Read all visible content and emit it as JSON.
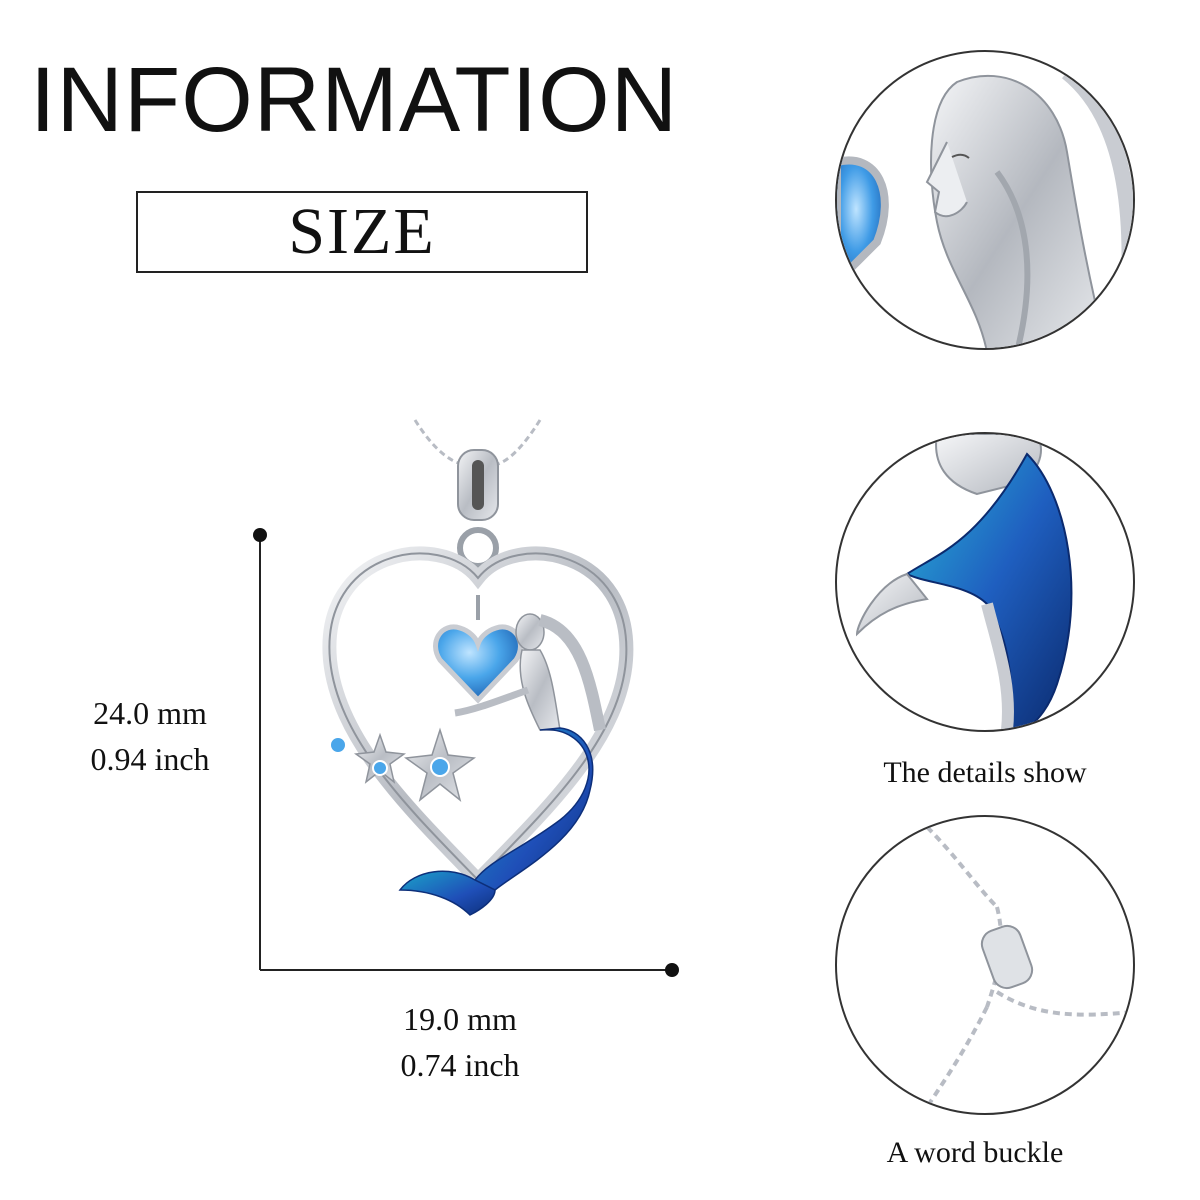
{
  "header": {
    "title": "INFORMATION",
    "subtitle": "SIZE"
  },
  "dimensions": {
    "height_mm": "24.0 mm",
    "height_inch": "0.94 inch",
    "width_mm": "19.0 mm",
    "width_inch": "0.74 inch"
  },
  "details": {
    "caption_1": "The details show",
    "caption_2": "A word buckle"
  },
  "colors": {
    "silver": "#c9ccd2",
    "silver_dark": "#8f949c",
    "enamel_blue": "#1f4fb8",
    "teal": "#1aa3c9",
    "crystal": "#4aa6ea",
    "ink": "#111111"
  }
}
